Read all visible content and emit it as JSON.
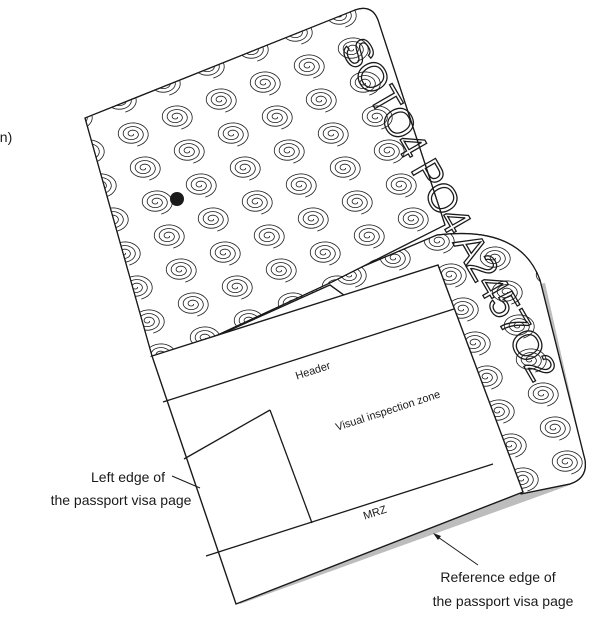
{
  "diagram": {
    "partial_label": "on)",
    "serial_number": "SOTO4 PO4 A2457O2",
    "zones": {
      "header": "Header",
      "visual_inspection": "Visual inspection zone",
      "mrz": "MRZ"
    },
    "callouts": {
      "left_edge": [
        "Left edge of",
        "the passport visa page"
      ],
      "reference_edge": [
        "Reference edge of",
        "the passport visa page"
      ]
    },
    "colors": {
      "line": "#1a1a1a",
      "paper": "#ffffff",
      "shadow": "#bfbfbf"
    }
  }
}
